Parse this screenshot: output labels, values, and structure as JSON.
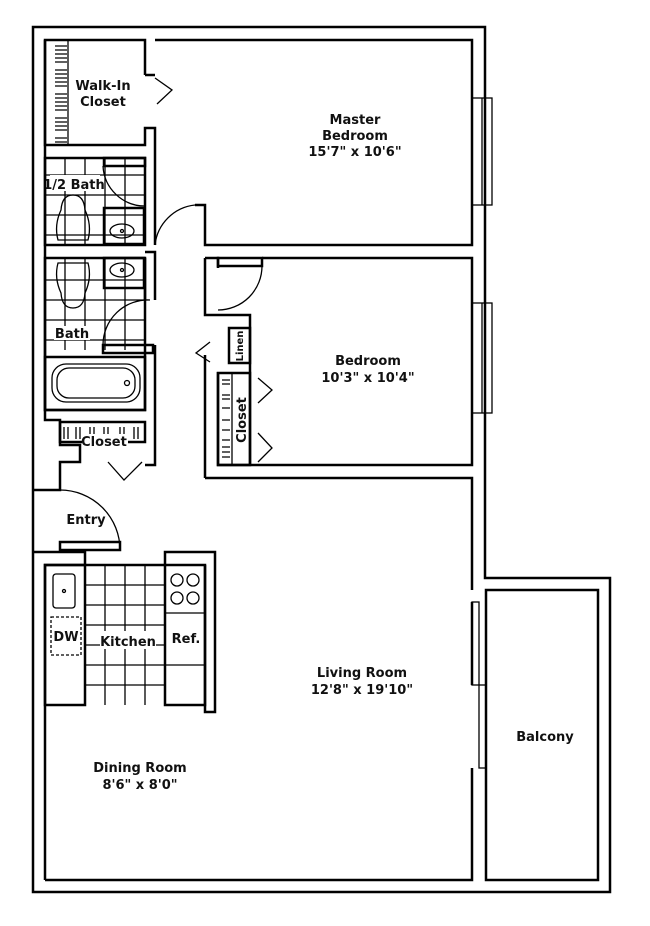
{
  "plan": {
    "rooms": {
      "walk_in_closet": {
        "line1": "Walk-In",
        "line2": "Closet"
      },
      "master_bedroom": {
        "name1": "Master",
        "name2": "Bedroom",
        "size": "15'7\" x 10'6\""
      },
      "half_bath": {
        "name": "1/2 Bath"
      },
      "bath": {
        "name": "Bath"
      },
      "linen": {
        "name": "Linen"
      },
      "bedroom": {
        "name": "Bedroom",
        "size": "10'3\" x 10'4\""
      },
      "bedroom_closet": {
        "name": "Closet"
      },
      "hall_closet": {
        "name": "Closet"
      },
      "entry": {
        "name": "Entry"
      },
      "kitchen": {
        "name": "Kitchen"
      },
      "dishwasher": {
        "name": "DW"
      },
      "refrigerator": {
        "name": "Ref."
      },
      "living_room": {
        "name": "Living Room",
        "size": "12'8\" x 19'10\""
      },
      "dining_room": {
        "name": "Dining Room",
        "size": "8'6\" x 8'0\""
      },
      "balcony": {
        "name": "Balcony"
      }
    }
  }
}
